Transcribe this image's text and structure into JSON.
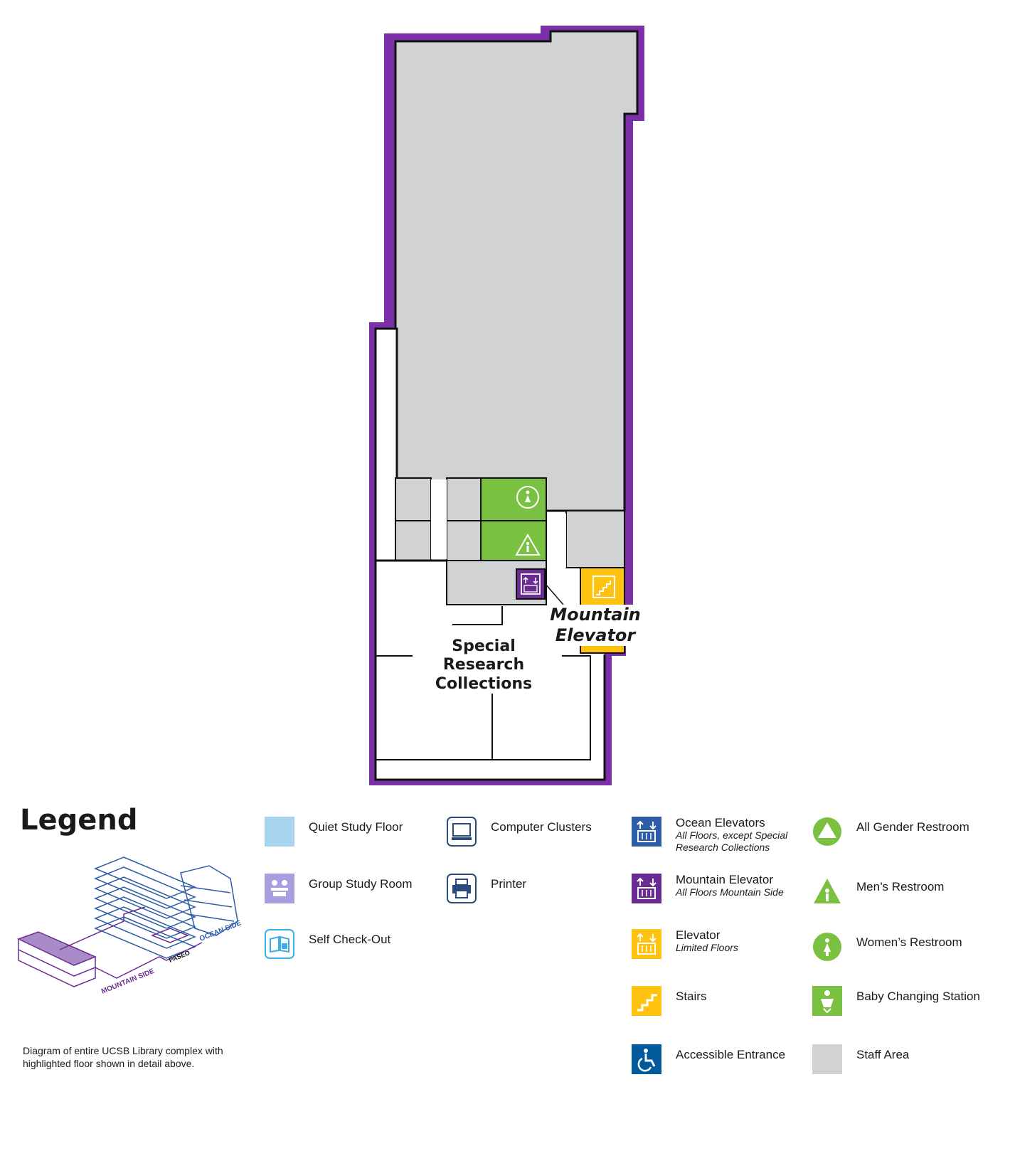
{
  "map": {
    "labels": {
      "special_research_line1": "Special Research",
      "special_research_line2": "Collections",
      "mountain_elevator_line1": "Mountain",
      "mountain_elevator_line2": "Elevator"
    }
  },
  "legend": {
    "title": "Legend",
    "complex_caption": "Diagram of entire UCSB Library complex with highlighted floor shown in detail above.",
    "complex_diagram_text": {
      "mountain_side": "MOUNTAIN SIDE",
      "ocean_side": "OCEAN SIDE",
      "paseo": "PASEO"
    },
    "items": {
      "quiet_study_floor": "Quiet Study Floor",
      "group_study_room": "Group Study Room",
      "self_check_out": "Self Check-Out",
      "computer_clusters": "Computer Clusters",
      "printer": "Printer",
      "ocean_elevators": "Ocean Elevators",
      "ocean_elevators_sub": "All Floors, except Special Research Collections",
      "mountain_elevator": "Mountain Elevator",
      "mountain_elevator_sub": "All Floors Mountain Side",
      "elevator": "Elevator",
      "elevator_sub": "Limited Floors",
      "stairs": "Stairs",
      "accessible_entrance": "Accessible Entrance",
      "all_gender_restroom": "All Gender Restroom",
      "mens_restroom": "Men’s Restroom",
      "womens_restroom": "Women’s Restroom",
      "baby_changing_station": "Baby Changing Station",
      "staff_area": "Staff Area"
    }
  },
  "colors": {
    "building_outline": "#7b2fa8",
    "staff_area": "#d1d2d4",
    "restroom_green": "#7ac142",
    "stairs_yellow": "#ffc20e",
    "mountain_elevator_purple": "#6a2c91",
    "ocean_elevator_blue": "#2e5da8",
    "quiet_study_blue": "#a9d4f0",
    "group_study_lavender": "#a99ee0",
    "self_checkout_cyan": "#3aaee6",
    "computer_navy": "#2b4a7c",
    "accessible_blue": "#005a9c"
  }
}
